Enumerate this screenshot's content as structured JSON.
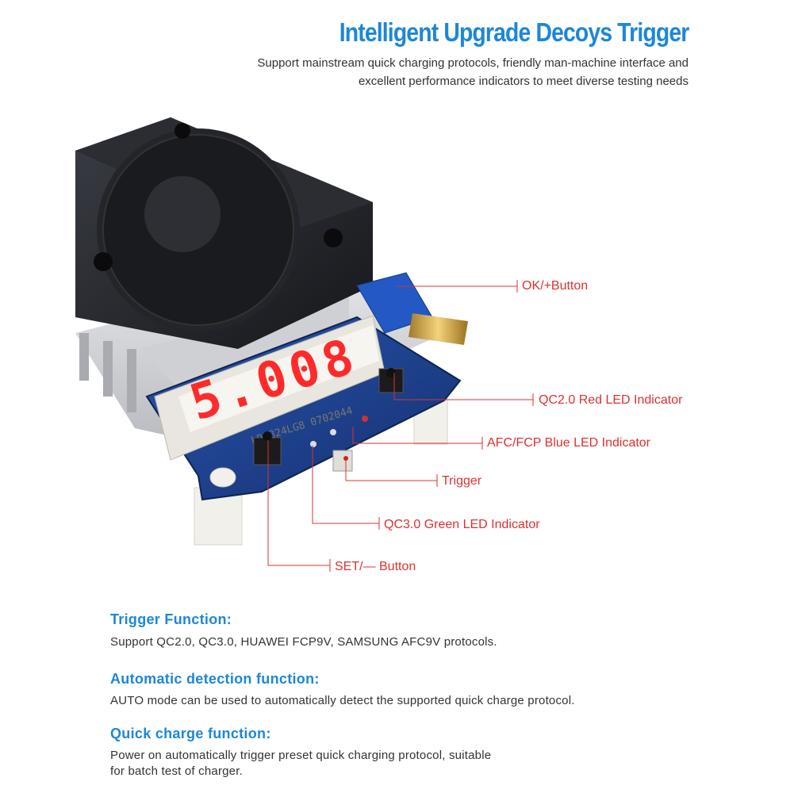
{
  "header": {
    "title": "Intelligent Upgrade Decoys Trigger",
    "subtitle_line1": "Support mainstream quick charging protocols, friendly man-machine interface and",
    "subtitle_line2": "excellent performance indicators to meet diverse testing needs"
  },
  "display": {
    "digits": "5.008",
    "module_text": "LDB824LG8 0702044"
  },
  "callouts": [
    {
      "key": "ok_button",
      "label": "OK/+Button"
    },
    {
      "key": "qc20_led",
      "label": "QC2.0 Red LED Indicator"
    },
    {
      "key": "afc_led",
      "label": "AFC/FCP Blue LED Indicator"
    },
    {
      "key": "trigger",
      "label": "Trigger"
    },
    {
      "key": "qc30_led",
      "label": "QC3.0 Green LED Indicator"
    },
    {
      "key": "set_button",
      "label": "SET/— Button"
    }
  ],
  "sections": [
    {
      "heading": "Trigger Function:",
      "text": "Support QC2.0, QC3.0, HUAWEI FCP9V, SAMSUNG AFC9V protocols."
    },
    {
      "heading": "Automatic detection function:",
      "text": "AUTO mode can be used to automatically detect the supported quick charge protocol."
    },
    {
      "heading": "Quick charge function:",
      "text_line1": "Power on automatically trigger preset quick charging protocol, suitable",
      "text_line2": "for batch test of charger."
    }
  ],
  "colors": {
    "heading_blue": "#1c87d8",
    "callout_red": "#e03030",
    "pcb_blue": "#1d3f8c",
    "led_red": "#ff2a2a"
  }
}
